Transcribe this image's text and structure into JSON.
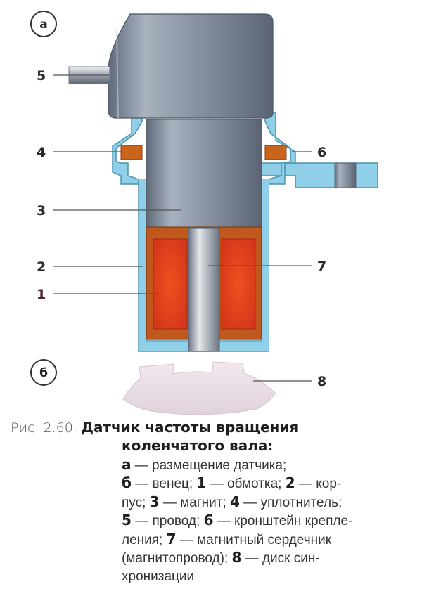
{
  "panels": {
    "a": "а",
    "b": "б"
  },
  "callouts": {
    "c1": "1",
    "c2": "2",
    "c3": "3",
    "c4": "4",
    "c5": "5",
    "c6": "6",
    "c7": "7",
    "c8": "8"
  },
  "caption": {
    "fig_number": "Рис. 2.60.",
    "title_line1": "Датчик частоты вращения",
    "title_line2": "коленчатого вала:",
    "lines": [
      "а — размещение датчика;",
      "б — венец; 1 — обмотка; 2 — кор-",
      "пус; 3 — магнит; 4 — уплотнитель;",
      "5 — провод; 6 — кронштейн крепле-",
      "ления; 7 — магнитный сердечник",
      "(магнитопровод); 8 — диск син-",
      "хронизации"
    ]
  },
  "colors": {
    "housing": "#8fd0e8",
    "coil": "#e03a1c",
    "coil_frame": "#c0581e",
    "seal": "#c8641c",
    "metal": "#8a94a3",
    "ring_gear": "#e9dde4"
  }
}
